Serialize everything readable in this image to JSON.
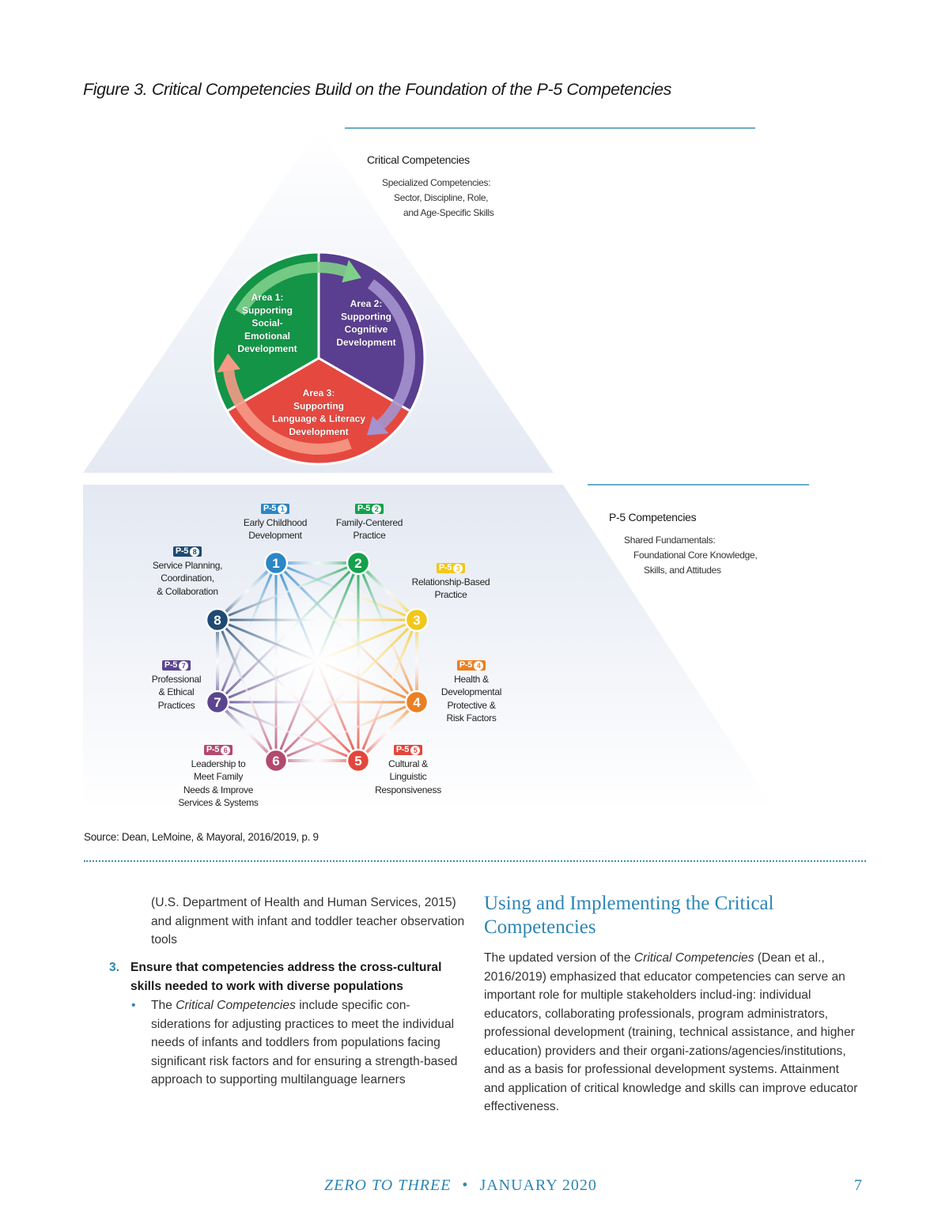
{
  "figure": {
    "title": "Figure 3. Critical Competencies Build on the Foundation of the P-5 Competencies",
    "critical": {
      "heading": "Critical Competencies",
      "lines": [
        "Specialized Competencies:",
        "Sector, Discipline, Role,",
        "and Age-Specific Skills"
      ]
    },
    "areas": [
      {
        "lines": [
          "Area 1:",
          "Supporting",
          "Social-",
          "Emotional",
          "Development"
        ],
        "color": "#139447"
      },
      {
        "lines": [
          "Area 2:",
          "Supporting",
          "Cognitive",
          "Development"
        ],
        "color": "#5a3e8f"
      },
      {
        "lines": [
          "Area 3:",
          "Supporting",
          "Language & Literacy",
          "Development"
        ],
        "color": "#e5483f"
      }
    ],
    "p5": {
      "heading": "P-5 Competencies",
      "lines": [
        "Shared Fundamentals:",
        "Foundational Core Knowledge,",
        "Skills, and Attitudes"
      ]
    },
    "nodes": [
      {
        "num": "1",
        "badge": "P-5",
        "label": [
          "Early Childhood",
          "Development"
        ],
        "color": "#2b86c5"
      },
      {
        "num": "2",
        "badge": "P-5",
        "label": [
          "Family-Centered",
          "Practice"
        ],
        "color": "#15a04c"
      },
      {
        "num": "3",
        "badge": "P-5",
        "label": [
          "Relationship-Based",
          "Practice"
        ],
        "color": "#f2c71b"
      },
      {
        "num": "4",
        "badge": "P-5",
        "label": [
          "Health &",
          "Developmental",
          "Protective &",
          "Risk Factors"
        ],
        "color": "#ec7f22"
      },
      {
        "num": "5",
        "badge": "P-5",
        "label": [
          "Cultural &",
          "Linguistic",
          "Responsiveness"
        ],
        "color": "#e2463c"
      },
      {
        "num": "6",
        "badge": "P-5",
        "label": [
          "Leadership to",
          "Meet Family",
          "Needs & Improve",
          "Services & Systems"
        ],
        "color": "#b24a6d"
      },
      {
        "num": "7",
        "badge": "P-5",
        "label": [
          "Professional",
          "& Ethical",
          "Practices"
        ],
        "color": "#5b4590"
      },
      {
        "num": "8",
        "badge": "P-5",
        "label": [
          "Service Planning,",
          "Coordination,",
          "& Collaboration"
        ],
        "color": "#1f4a72"
      }
    ],
    "source": "Source: Dean, LeMoine, & Mayoral, 2016/2019, p. 9"
  },
  "left_column": {
    "continuation": "(U.S. Department of Health and Human Services, 2015) and alignment with infant and toddler teacher observation tools",
    "item_number": "3.",
    "item_title": "Ensure that competencies address the cross-cultural skills needed to work with diverse populations",
    "bullet_pre": "The ",
    "bullet_em": "Critical Competencies",
    "bullet_post": " include specific con-siderations for adjusting practices to meet the individual needs of infants and toddlers from populations facing significant risk factors and for ensuring a strength-based approach to supporting multilanguage learners"
  },
  "right_column": {
    "section_title": "Using and Implementing the Critical Competencies",
    "para_pre": "The updated version of the ",
    "para_em": "Critical Competencies",
    "para_post": " (Dean et al., 2016/2019) emphasized that educator competencies can serve an important role for multiple stakeholders includ-ing: individual educators, collaborating professionals, program administrators, professional development (training, technical assistance, and higher education) providers and their organi-zations/agencies/institutions, and as a basis for professional development systems. Attainment and application of critical knowledge and skills can improve educator effectiveness."
  },
  "footer": {
    "brand": "ZERO TO THREE",
    "separator": "•",
    "date": "JANUARY 2020",
    "page": "7"
  }
}
